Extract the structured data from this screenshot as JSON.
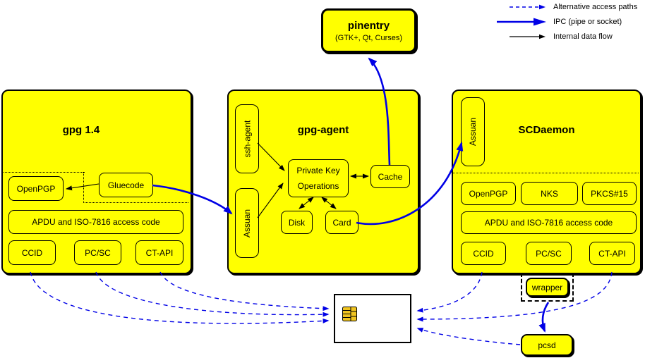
{
  "colors": {
    "panel_yellow": "#ffff00",
    "ipc_blue": "#0000e6",
    "line_black": "#000000",
    "card_white": "#ffffff",
    "chip_gold": "#f0c420"
  },
  "legend": {
    "items": [
      {
        "id": "alternative",
        "label": "Alternative access paths"
      },
      {
        "id": "ipc",
        "label": "IPC (pipe or socket)"
      },
      {
        "id": "internal",
        "label": "Internal data flow"
      }
    ]
  },
  "pinentry": {
    "title": "pinentry",
    "subtitle": "(GTK+, Qt, Curses)"
  },
  "gpg14": {
    "title": "gpg 1.4",
    "openpgp": "OpenPGP",
    "gluecode": "Gluecode",
    "apdu": "APDU and ISO-7816 access code",
    "ccid": "CCID",
    "pcsc": "PC/SC",
    "ctapi": "CT-API"
  },
  "gpgagent": {
    "title": "gpg-agent",
    "ssh_agent": "ssh-agent",
    "assuan": "Assuan",
    "pko_line1": "Private Key",
    "pko_line2": "Operations",
    "cache": "Cache",
    "disk": "Disk",
    "card": "Card"
  },
  "scdaemon": {
    "title": "SCDaemon",
    "assuan": "Assuan",
    "openpgp": "OpenPGP",
    "nks": "NKS",
    "pkcs15": "PKCS#15",
    "apdu": "APDU and ISO-7816 access code",
    "ccid": "CCID",
    "pcsc": "PC/SC",
    "ctapi": "CT-API"
  },
  "peripherals": {
    "wrapper": "wrapper",
    "pcsd": "pcsd"
  }
}
